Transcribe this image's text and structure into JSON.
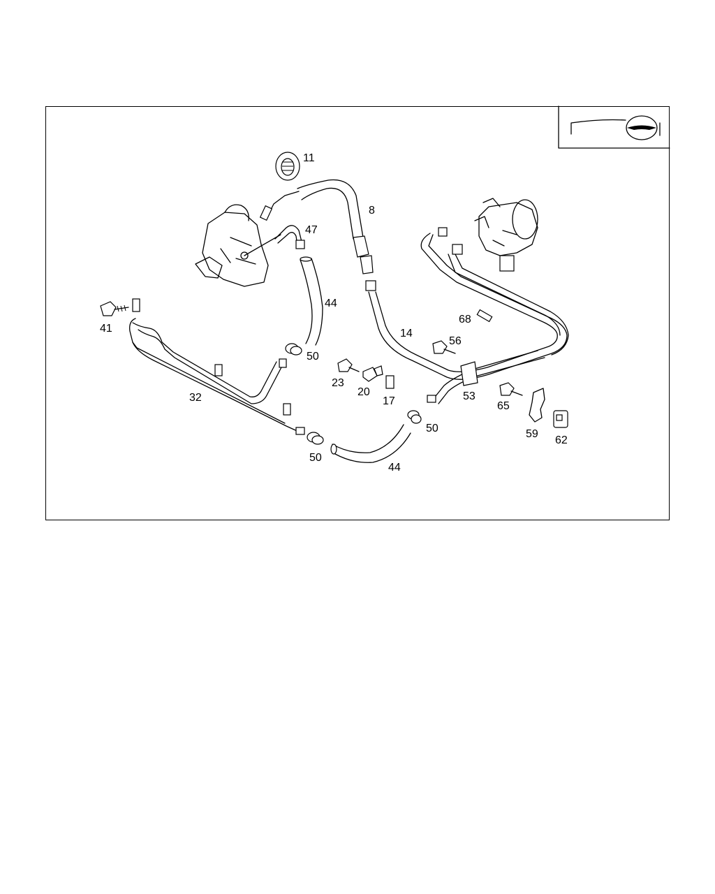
{
  "diagram": {
    "parts": [
      {
        "id": "11"
      },
      {
        "id": "8"
      },
      {
        "id": "47"
      },
      {
        "id": "44"
      },
      {
        "id": "41"
      },
      {
        "id": "50"
      },
      {
        "id": "32"
      },
      {
        "id": "14"
      },
      {
        "id": "68"
      },
      {
        "id": "56"
      },
      {
        "id": "23"
      },
      {
        "id": "20"
      },
      {
        "id": "17"
      },
      {
        "id": "53"
      },
      {
        "id": "65"
      },
      {
        "id": "59"
      },
      {
        "id": "62"
      }
    ],
    "labels": {
      "p11": "11",
      "p8": "8",
      "p47": "47",
      "p44a": "44",
      "p44b": "44",
      "p41": "41",
      "p50a": "50",
      "p50b": "50",
      "p50c": "50",
      "p32": "32",
      "p14": "14",
      "p68": "68",
      "p56": "56",
      "p23": "23",
      "p20": "20",
      "p17": "17",
      "p53": "53",
      "p65": "65",
      "p59": "59",
      "p62": "62"
    },
    "colors": {
      "line": "#000000",
      "background": "#ffffff"
    },
    "icons": {
      "corner_symbol": "steering-wheel-icon"
    }
  }
}
